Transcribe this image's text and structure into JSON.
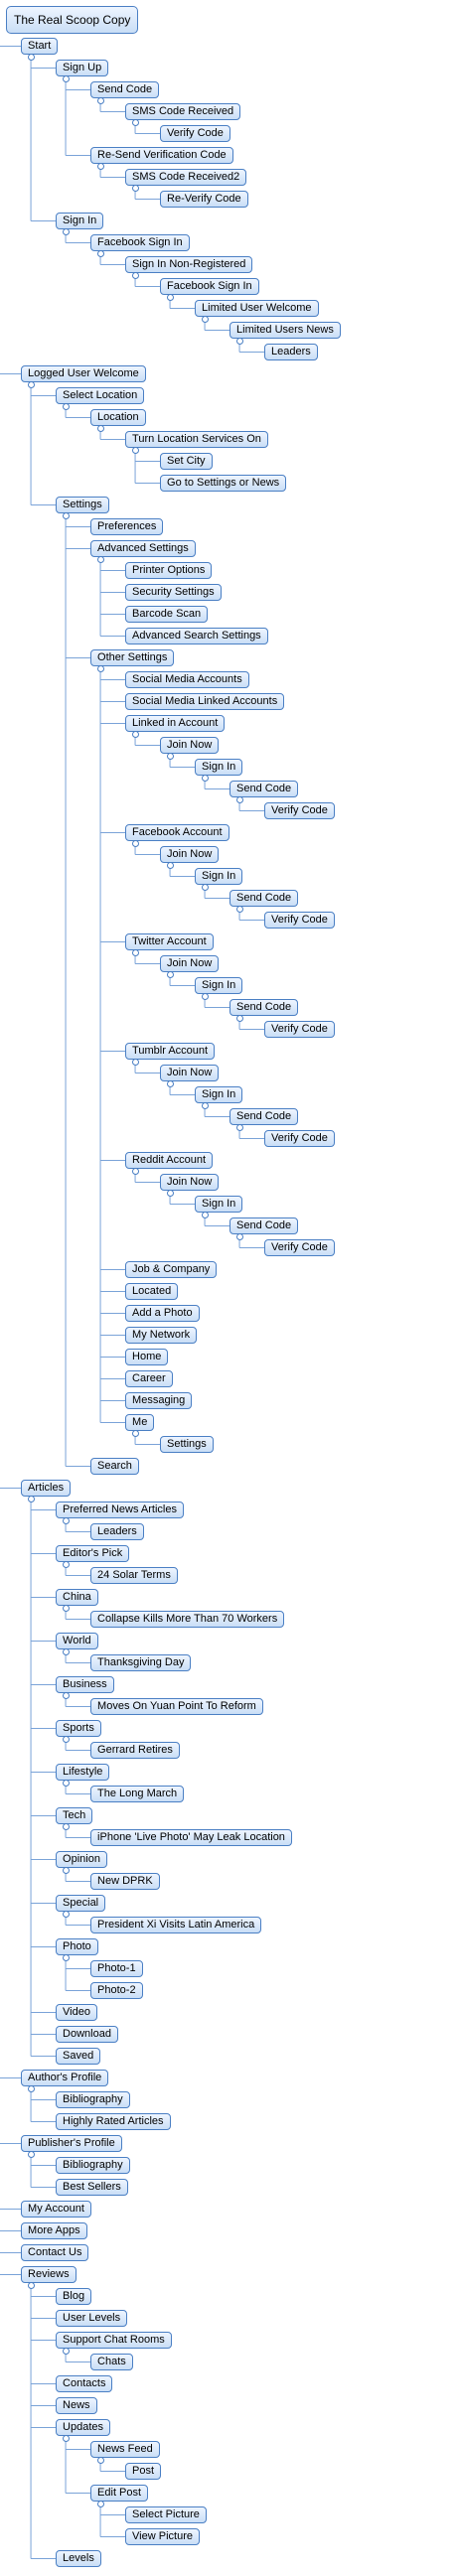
{
  "diagram": {
    "colors": {
      "line": "#7aa3d8",
      "node_border": "#4a7fc4",
      "node_top": "#eef5ff",
      "node_bottom": "#c9def6"
    },
    "root": {
      "label": "The Real Scoop Copy",
      "children": [
        {
          "label": "Start",
          "children": [
            {
              "label": "Sign Up",
              "children": [
                {
                  "label": "Send Code",
                  "children": [
                    {
                      "label": "SMS Code Received",
                      "children": [
                        {
                          "label": "Verify Code"
                        }
                      ]
                    }
                  ]
                },
                {
                  "label": "Re-Send Verification Code",
                  "children": [
                    {
                      "label": "SMS Code Received2",
                      "children": [
                        {
                          "label": "Re-Verify Code"
                        }
                      ]
                    }
                  ]
                }
              ]
            },
            {
              "label": "Sign In",
              "children": [
                {
                  "label": "Facebook Sign In",
                  "children": [
                    {
                      "label": "Sign In Non-Registered",
                      "children": [
                        {
                          "label": "Facebook Sign In",
                          "children": [
                            {
                              "label": "Limited User Welcome",
                              "children": [
                                {
                                  "label": "Limited Users News",
                                  "children": [
                                    {
                                      "label": "Leaders"
                                    }
                                  ]
                                }
                              ]
                            }
                          ]
                        }
                      ]
                    }
                  ]
                }
              ]
            }
          ]
        },
        {
          "label": "Logged User Welcome",
          "children": [
            {
              "label": "Select Location",
              "children": [
                {
                  "label": "Location",
                  "children": [
                    {
                      "label": "Turn Location Services On",
                      "children": [
                        {
                          "label": "Set City"
                        },
                        {
                          "label": "Go to Settings or News"
                        }
                      ]
                    }
                  ]
                }
              ]
            },
            {
              "label": "Settings",
              "children": [
                {
                  "label": "Preferences"
                },
                {
                  "label": "Advanced Settings",
                  "children": [
                    {
                      "label": "Printer Options"
                    },
                    {
                      "label": "Security Settings"
                    },
                    {
                      "label": "Barcode Scan"
                    },
                    {
                      "label": "Advanced Search Settings"
                    }
                  ]
                },
                {
                  "label": "Other Settings",
                  "children": [
                    {
                      "label": "Social Media Accounts"
                    },
                    {
                      "label": "Social Media Linked Accounts"
                    },
                    {
                      "label": "Linked in Account",
                      "children": [
                        {
                          "label": "Join Now",
                          "children": [
                            {
                              "label": "Sign In",
                              "children": [
                                {
                                  "label": "Send Code",
                                  "children": [
                                    {
                                      "label": "Verify Code"
                                    }
                                  ]
                                }
                              ]
                            }
                          ]
                        }
                      ]
                    },
                    {
                      "label": "Facebook Account",
                      "children": [
                        {
                          "label": "Join Now",
                          "children": [
                            {
                              "label": "Sign In",
                              "children": [
                                {
                                  "label": "Send Code",
                                  "children": [
                                    {
                                      "label": "Verify Code"
                                    }
                                  ]
                                }
                              ]
                            }
                          ]
                        }
                      ]
                    },
                    {
                      "label": "Twitter Account",
                      "children": [
                        {
                          "label": "Join Now",
                          "children": [
                            {
                              "label": "Sign In",
                              "children": [
                                {
                                  "label": "Send Code",
                                  "children": [
                                    {
                                      "label": "Verify Code"
                                    }
                                  ]
                                }
                              ]
                            }
                          ]
                        }
                      ]
                    },
                    {
                      "label": "Tumblr Account",
                      "children": [
                        {
                          "label": "Join Now",
                          "children": [
                            {
                              "label": "Sign In",
                              "children": [
                                {
                                  "label": "Send Code",
                                  "children": [
                                    {
                                      "label": "Verify Code"
                                    }
                                  ]
                                }
                              ]
                            }
                          ]
                        }
                      ]
                    },
                    {
                      "label": "Reddit Account",
                      "children": [
                        {
                          "label": "Join Now",
                          "children": [
                            {
                              "label": "Sign In",
                              "children": [
                                {
                                  "label": "Send Code",
                                  "children": [
                                    {
                                      "label": "Verify Code"
                                    }
                                  ]
                                }
                              ]
                            }
                          ]
                        }
                      ]
                    },
                    {
                      "label": "Job & Company"
                    },
                    {
                      "label": "Located"
                    },
                    {
                      "label": "Add a Photo"
                    },
                    {
                      "label": "My Network"
                    },
                    {
                      "label": "Home"
                    },
                    {
                      "label": "Career"
                    },
                    {
                      "label": "Messaging"
                    },
                    {
                      "label": "Me",
                      "children": [
                        {
                          "label": "Settings"
                        }
                      ]
                    }
                  ]
                },
                {
                  "label": "Search"
                }
              ]
            }
          ]
        },
        {
          "label": "Articles",
          "children": [
            {
              "label": "Preferred News Articles",
              "children": [
                {
                  "label": "Leaders"
                }
              ]
            },
            {
              "label": "Editor's Pick",
              "children": [
                {
                  "label": "24 Solar Terms"
                }
              ]
            },
            {
              "label": "China",
              "children": [
                {
                  "label": "Collapse Kills More Than 70 Workers"
                }
              ]
            },
            {
              "label": "World",
              "children": [
                {
                  "label": "Thanksgiving Day"
                }
              ]
            },
            {
              "label": "Business",
              "children": [
                {
                  "label": "Moves On Yuan Point To Reform"
                }
              ]
            },
            {
              "label": "Sports",
              "children": [
                {
                  "label": "Gerrard Retires"
                }
              ]
            },
            {
              "label": "Lifestyle",
              "children": [
                {
                  "label": "The Long March"
                }
              ]
            },
            {
              "label": "Tech",
              "children": [
                {
                  "label": "iPhone 'Live Photo' May Leak Location"
                }
              ]
            },
            {
              "label": "Opinion",
              "children": [
                {
                  "label": "New DPRK"
                }
              ]
            },
            {
              "label": "Special",
              "children": [
                {
                  "label": "President Xi Visits Latin America"
                }
              ]
            },
            {
              "label": "Photo",
              "children": [
                {
                  "label": "Photo-1"
                },
                {
                  "label": "Photo-2"
                }
              ]
            },
            {
              "label": "Video"
            },
            {
              "label": "Download"
            },
            {
              "label": "Saved"
            }
          ]
        },
        {
          "label": "Author's Profile",
          "children": [
            {
              "label": "Bibliography"
            },
            {
              "label": "Highly Rated Articles"
            }
          ]
        },
        {
          "label": "Publisher's Profile",
          "children": [
            {
              "label": "Bibliography"
            },
            {
              "label": "Best Sellers"
            }
          ]
        },
        {
          "label": "My Account"
        },
        {
          "label": "More Apps"
        },
        {
          "label": "Contact Us"
        },
        {
          "label": "Reviews",
          "children": [
            {
              "label": "Blog"
            },
            {
              "label": "User Levels"
            },
            {
              "label": "Support Chat Rooms",
              "children": [
                {
                  "label": "Chats"
                }
              ]
            },
            {
              "label": "Contacts"
            },
            {
              "label": "News"
            },
            {
              "label": "Updates",
              "children": [
                {
                  "label": "News Feed",
                  "children": [
                    {
                      "label": "Post"
                    }
                  ]
                },
                {
                  "label": "Edit Post",
                  "children": [
                    {
                      "label": "Select Picture"
                    },
                    {
                      "label": "View Picture"
                    }
                  ]
                }
              ]
            },
            {
              "label": "Levels"
            }
          ]
        }
      ]
    }
  }
}
